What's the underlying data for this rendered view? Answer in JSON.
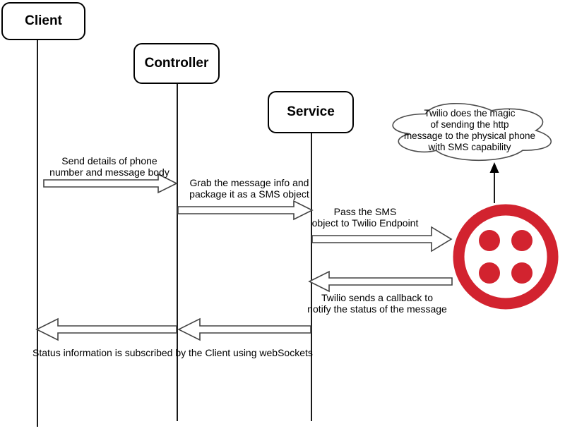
{
  "diagram_type": "sequence-diagram",
  "actors": [
    {
      "label": "Client"
    },
    {
      "label": "Controller"
    },
    {
      "label": "Service"
    }
  ],
  "cloud_note": {
    "text": "Twilio does the magic\nof sending the http\nmessage to the physical phone\nwith SMS capability"
  },
  "messages": [
    {
      "from": "Client",
      "to": "Controller",
      "label": "Send details of phone\nnumber and message body"
    },
    {
      "from": "Controller",
      "to": "Service",
      "label": "Grab the message info and\npackage it as a SMS object"
    },
    {
      "from": "Service",
      "to": "Twilio",
      "label": "Pass the SMS\nobject to Twilio Endpoint"
    },
    {
      "from": "Twilio",
      "to": "Service",
      "label": "Twilio sends a callback to\nnotify the status of the message"
    },
    {
      "from": "Service",
      "to": "Client",
      "label": "Status information is subscribed by the Client using webSockets"
    }
  ],
  "icons": {
    "twilio_logo": "twilio-logo"
  },
  "colors": {
    "twilio_red": "#d2232f",
    "shape_stroke": "#000000",
    "arrow_outline": "#424242",
    "cloud_stroke": "#4d4d4d",
    "background": "#ffffff"
  }
}
